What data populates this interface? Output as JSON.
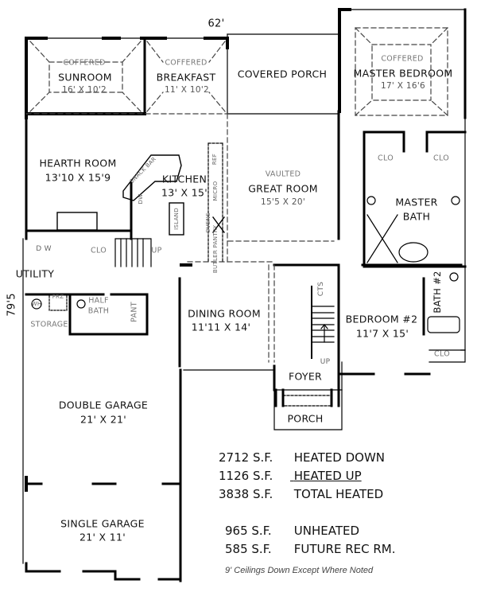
{
  "dimensions": {
    "width": "62'",
    "depth": "79'5"
  },
  "rooms": {
    "sunroom": {
      "ceiling": "COFFERED",
      "name": "SUNROOM",
      "size": "16' X 10'2"
    },
    "breakfast": {
      "ceiling": "COFFERED",
      "name": "BREAKFAST",
      "size": "11' X 10'2"
    },
    "covered_porch": {
      "name": "COVERED PORCH"
    },
    "master_bedroom": {
      "ceiling": "COFFERED",
      "name": "MASTER BEDROOM",
      "size": "17' X 16'6"
    },
    "hearth_room": {
      "name": "HEARTH ROOM",
      "size": "13'10 X 15'9"
    },
    "kitchen": {
      "name": "KITCHEN",
      "size": "13' X 15'"
    },
    "great_room": {
      "ceiling": "VAULTED",
      "name": "GREAT ROOM",
      "size": "15'5 X 20'"
    },
    "master_bath": {
      "name_line1": "MASTER",
      "name_line2": "BATH"
    },
    "utility": {
      "name": "UTILITY"
    },
    "storage": {
      "name": "STORAGE"
    },
    "half_bath": {
      "name_line1": "HALF",
      "name_line2": "BATH"
    },
    "pantry": {
      "name": "PANT"
    },
    "dining_room": {
      "name": "DINING ROOM",
      "size": "11'11 X 14'"
    },
    "bedroom2": {
      "name": "BEDROOM #2",
      "size": "11'7 X 15'"
    },
    "bath2": {
      "name": "BATH #2"
    },
    "foyer": {
      "name": "FOYER"
    },
    "porch": {
      "name": "PORCH"
    },
    "double_garage": {
      "name": "DOUBLE GARAGE",
      "size": "21' X 21'"
    },
    "single_garage": {
      "name": "SINGLE GARAGE",
      "size": "21' X 11'"
    }
  },
  "fixtures": {
    "closet": "CLO",
    "up": "UP",
    "island": "ISLAND",
    "snack_bar": "SNACK BAR",
    "dw": "DW",
    "refrigerator": "REF",
    "micro": "MICRO",
    "ovens": "OVENS",
    "butler_pantry": "BUTLER PANTRY",
    "cts": "CTS",
    "wh": "WH",
    "frz": "FRZ",
    "dryer_washer": "D W"
  },
  "square_footage": [
    {
      "value": "2712 S.F.",
      "label": "HEATED DOWN",
      "underline": false
    },
    {
      "value": "1126 S.F.",
      "label": "HEATED UP",
      "underline": true
    },
    {
      "value": "3838 S.F.",
      "label": "TOTAL HEATED",
      "underline": false
    },
    {
      "value": "965 S.F.",
      "label": "UNHEATED",
      "underline": false
    },
    {
      "value": "585 S.F.",
      "label": "FUTURE REC RM.",
      "underline": false
    }
  ],
  "note": "9' Ceilings Down Except Where Noted"
}
